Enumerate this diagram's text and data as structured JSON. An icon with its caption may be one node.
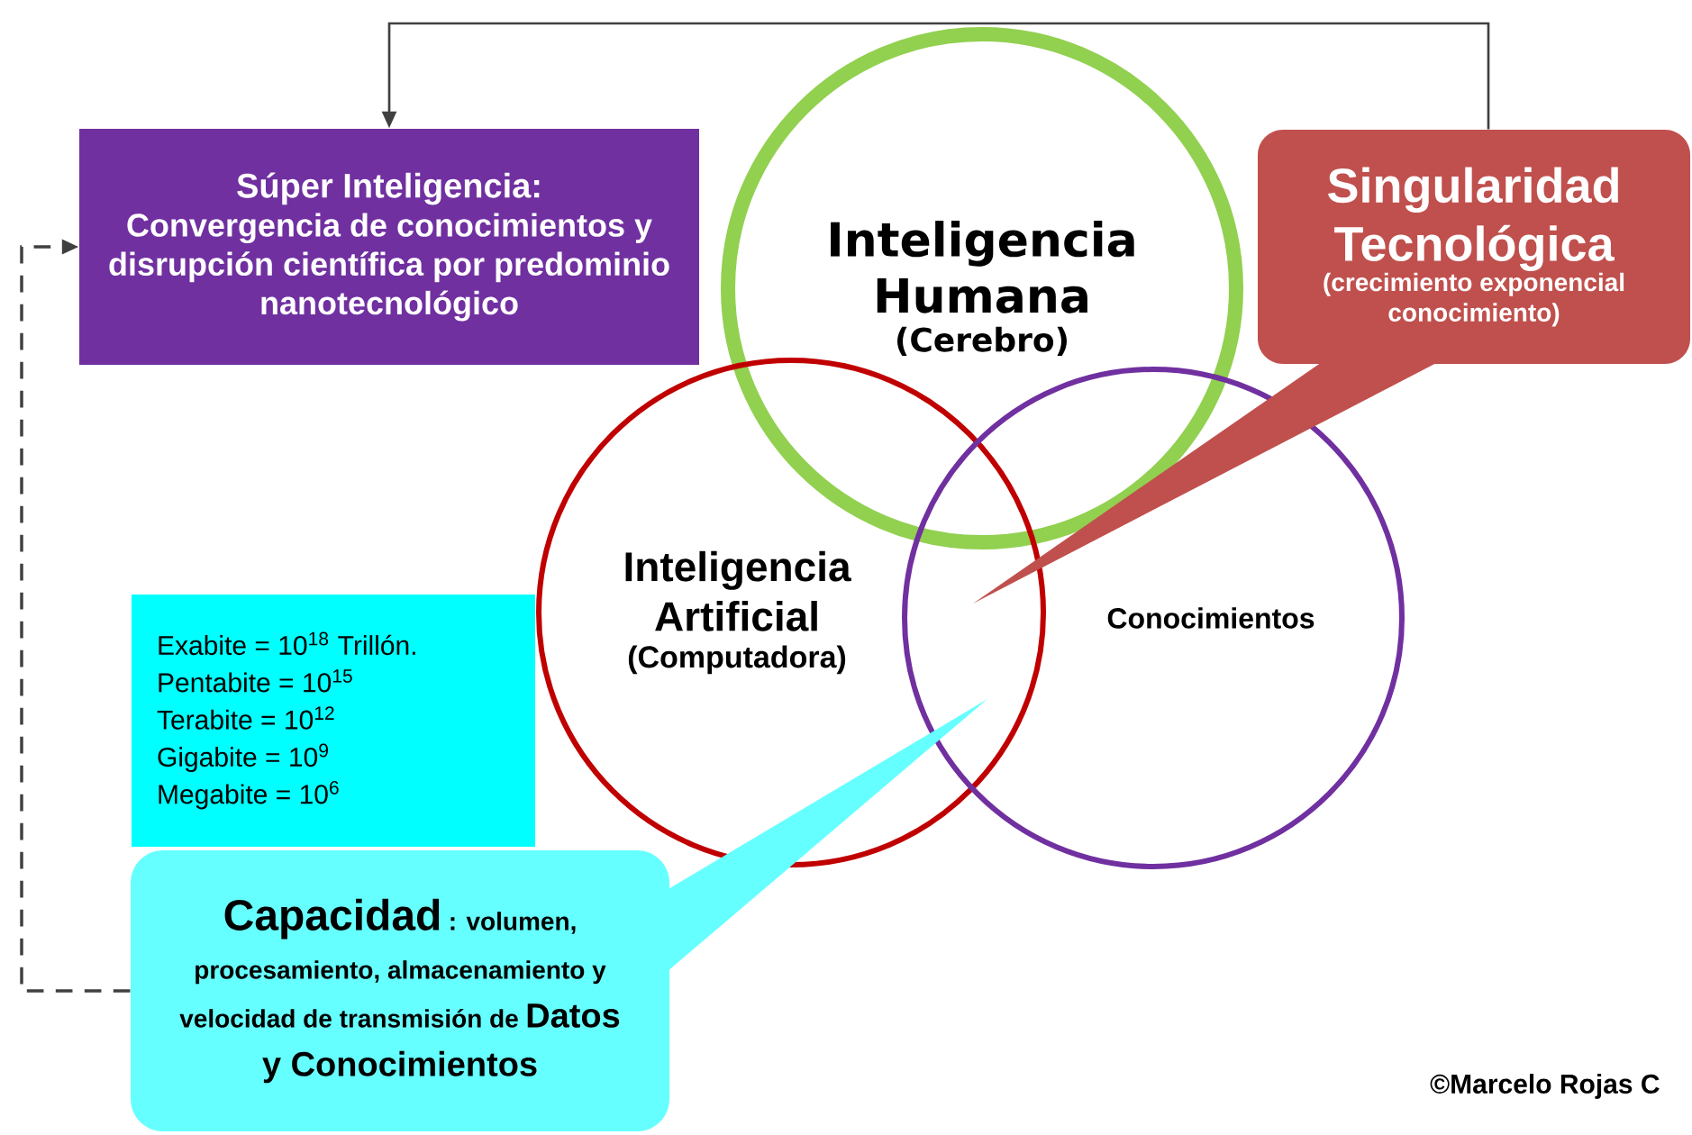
{
  "diagram": {
    "nodes": [
      {
        "text": [
          "Súper Inteligencia:",
          "Convergencia de conocimientos y disrupción científica por predominio nanotecnológico"
        ]
      },
      {
        "text": [
          "Inteligencia Humana",
          "(Cerebro)"
        ]
      },
      {
        "text": [
          "Singularidad Tecnológica",
          "(crecimiento exponencial conocimiento)"
        ]
      },
      {
        "text": [
          "Inteligencia Artificial",
          "(Computadora)"
        ]
      },
      {
        "text": [
          "Conocimientos"
        ]
      },
      {
        "text": [
          "Exabite = 10$^{18}$ Trillón.",
          "Pentabite = 10$^{15}$",
          "Terabite = 10$^{12}$",
          "Gigabite = 10$^{9}$",
          "Megabite = 10$^{6}$"
        ]
      },
      {
        "text": [
          "Capacidad",
          ": volumen, procesamiento, almacenamiento y velocidad de transmisión de",
          "Datos y Conocimientos"
        ]
      }
    ],
    "edges": [
      {
        "from": 2,
        "to": 0,
        "arrow": "to"
      },
      {
        "from": 6,
        "to": 0,
        "arrow": "to",
        "style": "dashed"
      }
    ],
    "labels": [
      "©Marcelo Rojas C"
    ]
  }
}
